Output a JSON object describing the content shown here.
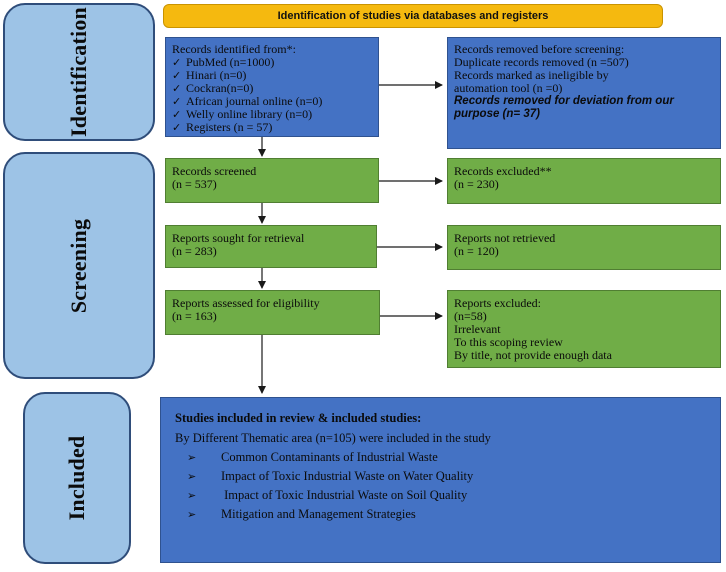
{
  "header": {
    "title": "Identification of studies via databases and registers"
  },
  "stages": {
    "identification": "Identification",
    "screening": "Screening",
    "included": "Included"
  },
  "identified": {
    "heading": "Records identified from*:",
    "bullet_icon": "check-icon",
    "sources": [
      "PubMed (n=1000)",
      "Hinari (n=0)",
      "Cockran(n=0)",
      "African journal online (n=0)",
      "Welly online library (n=0)",
      "Registers (n = 57)"
    ]
  },
  "removed": {
    "line1": "Records removed before screening:",
    "line2": "Duplicate records removed (n =507)",
    "line3": "Records marked as ineligible by",
    "line4": "automation tool (n =0)",
    "line5": "Records removed for deviation from our",
    "line6": "purpose (n= 37)"
  },
  "screened": {
    "line1": "Records screened",
    "line2": "(n = 537)"
  },
  "excluded": {
    "line1": "Records excluded**",
    "line2": "(n = 230)"
  },
  "sought": {
    "line1": "Reports sought for retrieval",
    "line2": "(n = 283)"
  },
  "not_retrieved": {
    "line1": "Reports not retrieved",
    "line2": "(n = 120)"
  },
  "assessed": {
    "line1": "Reports assessed for eligibility",
    "line2": "(n = 163)"
  },
  "reports_excluded": {
    "line1": "Reports excluded:",
    "line2": "(n=58)",
    "line3": "Irrelevant",
    "line4": "To this scoping review",
    "line5": "By title, not provide enough data"
  },
  "included": {
    "title": "Studies included in review & included studies:",
    "body": "By Different Thematic area (n=105) were included in the study",
    "bullet_icon": "arrowhead-bullet-icon",
    "items": [
      "Common Contaminants of Industrial Waste",
      "Impact of Toxic Industrial Waste on Water Quality",
      " Impact of Toxic Industrial Waste on Soil Quality",
      "Mitigation and Management Strategies"
    ]
  },
  "colors": {
    "header": "#f5b90f",
    "stage": "#9dc3e6",
    "blue_box": "#4472c4",
    "green_box": "#70ad47",
    "arrow": "#1a1a1a"
  }
}
